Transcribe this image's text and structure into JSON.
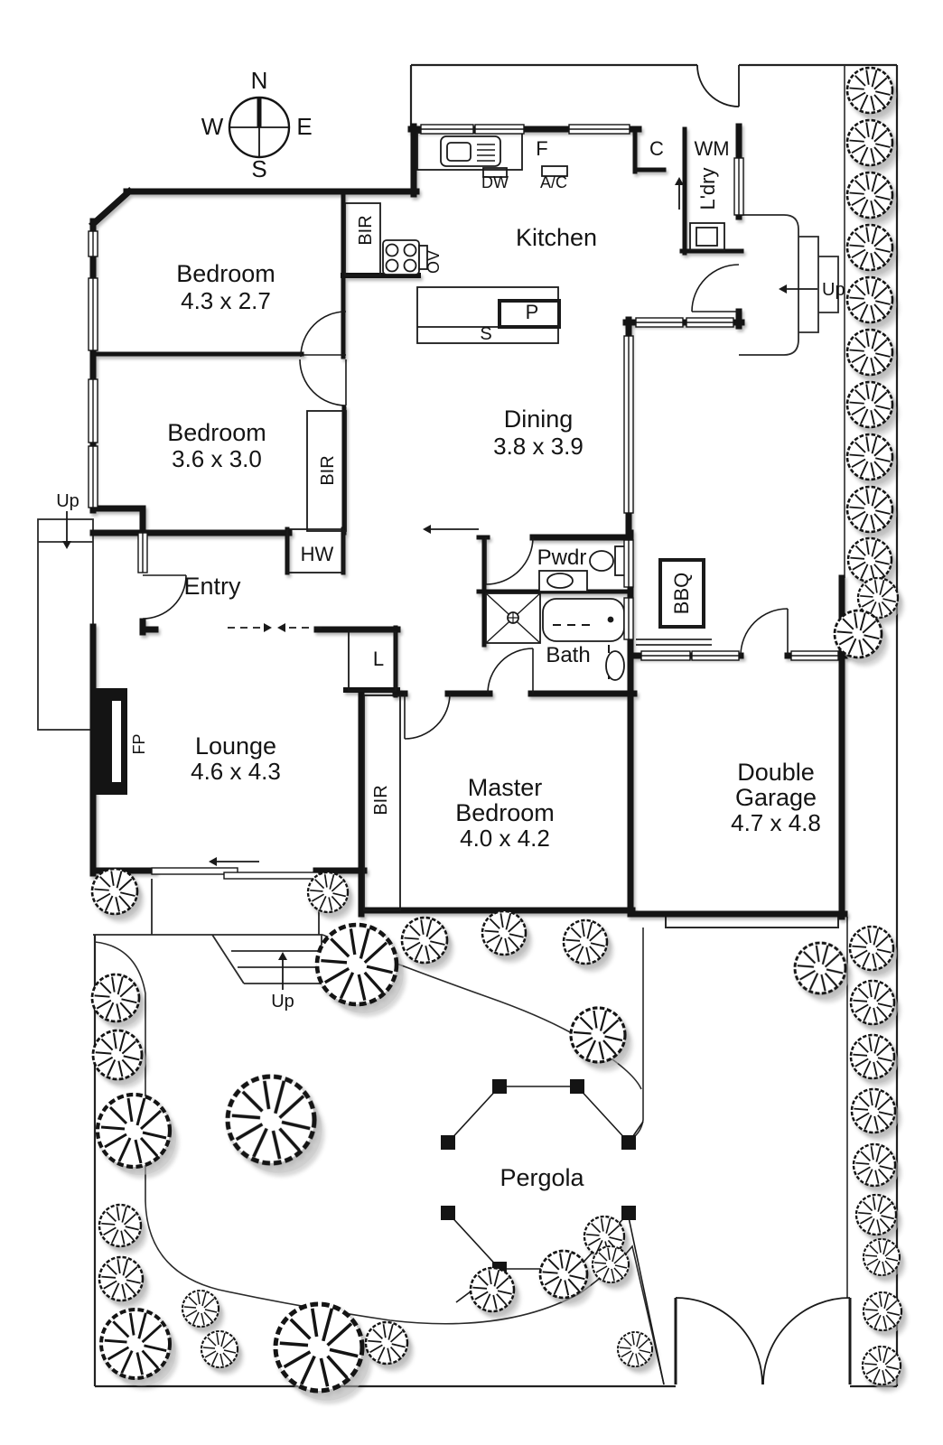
{
  "compass": {
    "n": "N",
    "e": "E",
    "s": "S",
    "w": "W"
  },
  "labels": {
    "bedroom1": "Bedroom",
    "bedroom1_dims": "4.3 x 2.7",
    "bedroom2": "Bedroom",
    "bedroom2_dims": "3.6 x 3.0",
    "kitchen": "Kitchen",
    "dining": "Dining",
    "dining_dims": "3.8 x 3.9",
    "entry": "Entry",
    "lounge": "Lounge",
    "lounge_dims": "4.6 x 4.3",
    "master_l1": "Master",
    "master_l2": "Bedroom",
    "master_dims": "4.0 x 4.2",
    "garage_l1": "Double",
    "garage_l2": "Garage",
    "garage_dims": "4.7 x 4.8",
    "pergola": "Pergola",
    "pwdr": "Pwdr",
    "bath": "Bath",
    "bbq": "BBQ",
    "ldry": "L'dry",
    "wm": "WM",
    "c": "C",
    "f": "F",
    "dw": "DW",
    "ac": "A/C",
    "s": "S",
    "p": "P",
    "bir": "BIR",
    "hw": "HW",
    "ov": "OV",
    "fp": "FP",
    "linen": "L",
    "up": "Up"
  },
  "colors": {
    "wall": "#141414",
    "line": "#2a2a2a",
    "background": "#ffffff"
  }
}
